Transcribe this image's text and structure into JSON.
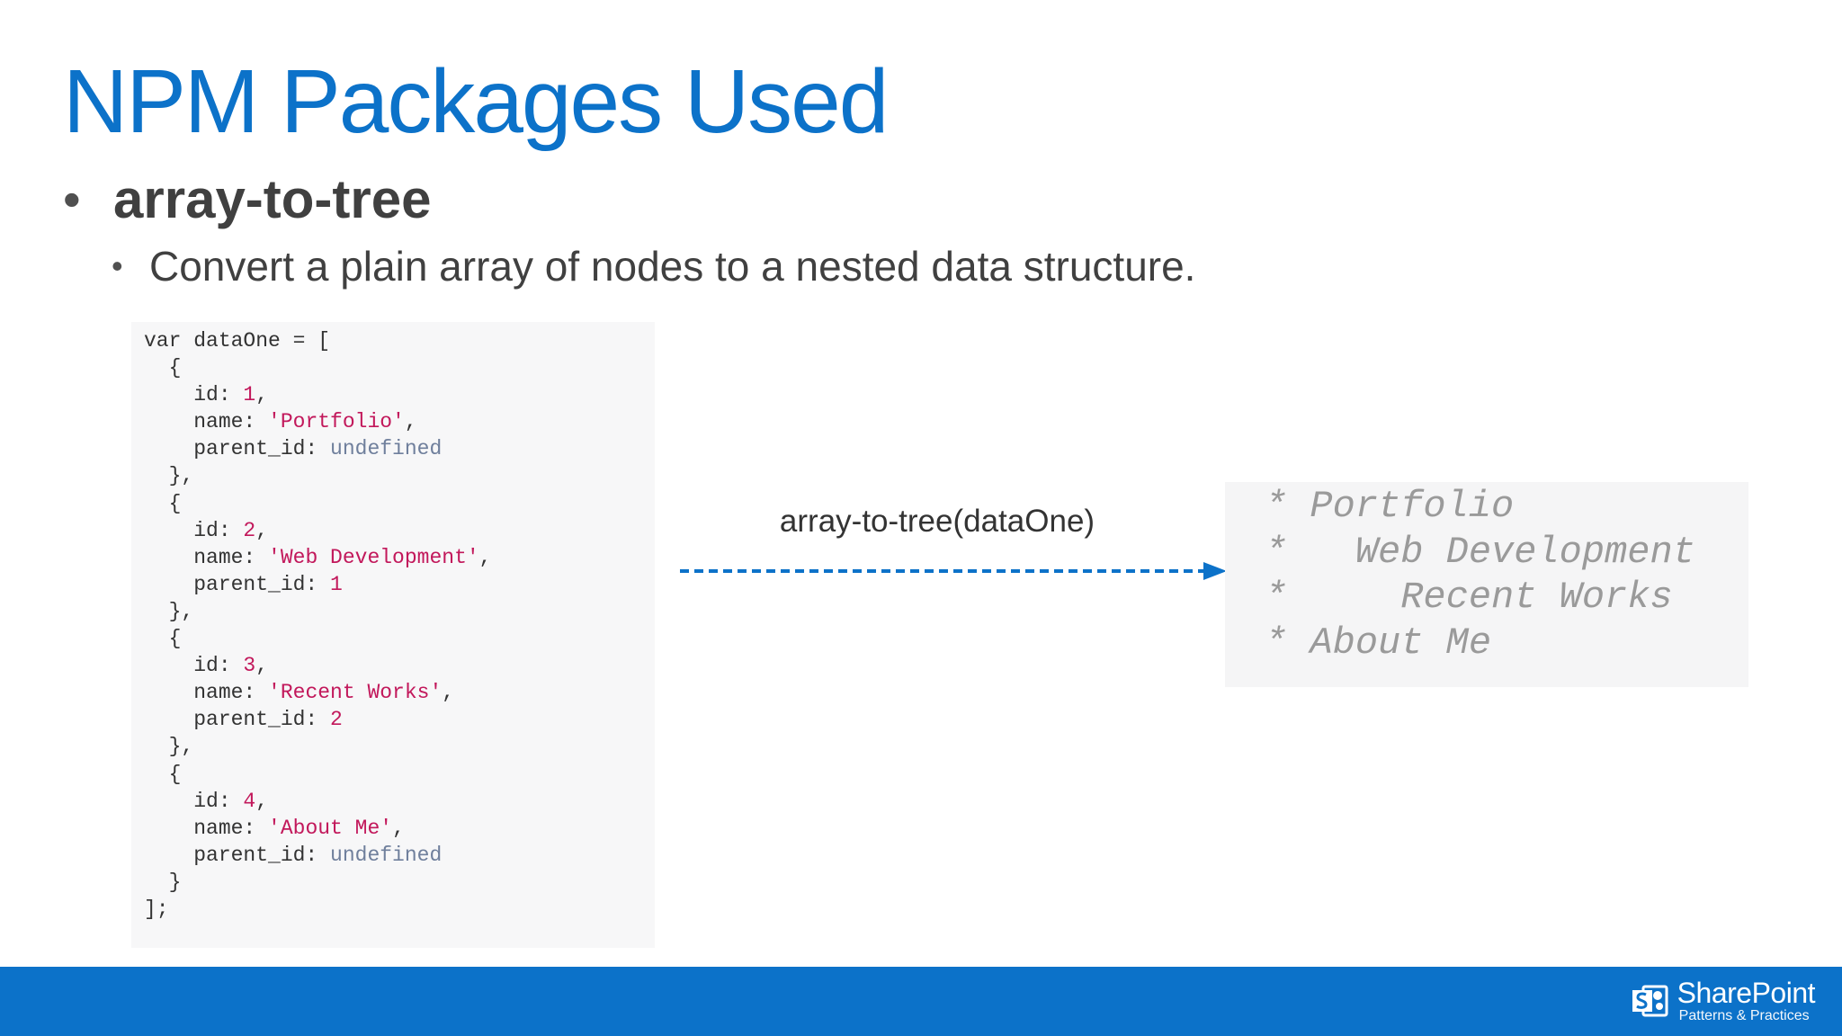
{
  "slide": {
    "title": "NPM Packages Used",
    "bullet": "array-to-tree",
    "sub_bullet": "Convert a plain array of nodes to a nested data structure."
  },
  "code": {
    "lines": [
      [
        {
          "t": "var dataOne = ["
        }
      ],
      [
        {
          "t": "  {"
        }
      ],
      [
        {
          "t": "    id: "
        },
        {
          "t": "1",
          "k": "num"
        },
        {
          "t": ","
        }
      ],
      [
        {
          "t": "    name: "
        },
        {
          "t": "'Portfolio'",
          "k": "str"
        },
        {
          "t": ","
        }
      ],
      [
        {
          "t": "    parent_id: "
        },
        {
          "t": "undefined",
          "k": "undef"
        }
      ],
      [
        {
          "t": "  },"
        }
      ],
      [
        {
          "t": "  {"
        }
      ],
      [
        {
          "t": "    id: "
        },
        {
          "t": "2",
          "k": "num"
        },
        {
          "t": ","
        }
      ],
      [
        {
          "t": "    name: "
        },
        {
          "t": "'Web Development'",
          "k": "str"
        },
        {
          "t": ","
        }
      ],
      [
        {
          "t": "    parent_id: "
        },
        {
          "t": "1",
          "k": "num"
        }
      ],
      [
        {
          "t": "  },"
        }
      ],
      [
        {
          "t": "  {"
        }
      ],
      [
        {
          "t": "    id: "
        },
        {
          "t": "3",
          "k": "num"
        },
        {
          "t": ","
        }
      ],
      [
        {
          "t": "    name: "
        },
        {
          "t": "'Recent Works'",
          "k": "str"
        },
        {
          "t": ","
        }
      ],
      [
        {
          "t": "    parent_id: "
        },
        {
          "t": "2",
          "k": "num"
        }
      ],
      [
        {
          "t": "  },"
        }
      ],
      [
        {
          "t": "  {"
        }
      ],
      [
        {
          "t": "    id: "
        },
        {
          "t": "4",
          "k": "num"
        },
        {
          "t": ","
        }
      ],
      [
        {
          "t": "    name: "
        },
        {
          "t": "'About Me'",
          "k": "str"
        },
        {
          "t": ","
        }
      ],
      [
        {
          "t": "    parent_id: "
        },
        {
          "t": "undefined",
          "k": "undef"
        }
      ],
      [
        {
          "t": "  }"
        }
      ],
      [
        {
          "t": "];"
        }
      ]
    ]
  },
  "transform": {
    "label": "array-to-tree(dataOne)"
  },
  "tree_output": {
    "lines": [
      "* Portfolio",
      "*   Web Development",
      "*     Recent Works",
      "* About Me"
    ]
  },
  "footer": {
    "logo_name": "SharePoint",
    "logo_sub": "Patterns & Practices"
  },
  "colors": {
    "accent": "#0c72c9",
    "code_literal": "#c2185b",
    "code_undefined": "#6f7f9c"
  }
}
